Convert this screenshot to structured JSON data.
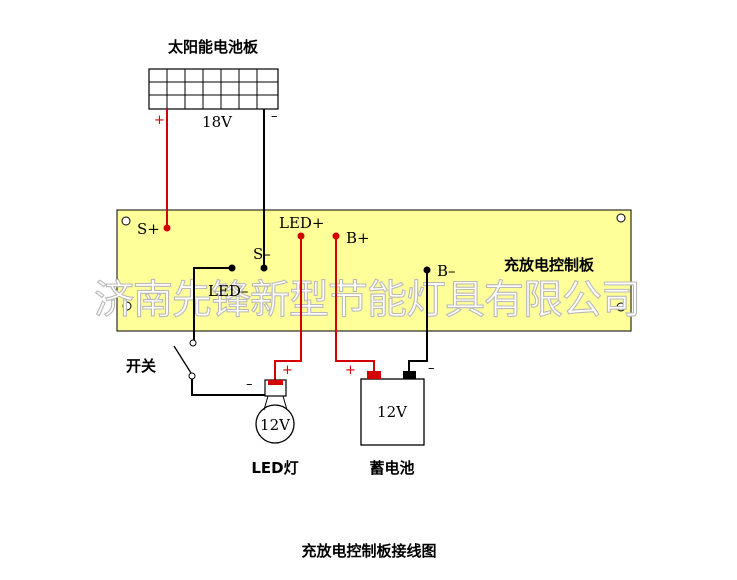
{
  "solar_panel": {
    "label": "太阳能电池板",
    "voltage": "18V",
    "plus": "+",
    "minus": "–"
  },
  "controller": {
    "name": "充放电控制板",
    "color": "#ffff99",
    "terminals": {
      "s_plus": "S+",
      "s_minus": "S–",
      "led_plus": "LED+",
      "led_minus": "LED–",
      "b_plus": "B+",
      "b_minus": "B–"
    }
  },
  "switch": {
    "label": "开关"
  },
  "led_lamp": {
    "label": "LED灯",
    "voltage": "12V",
    "plus": "+",
    "minus": "–"
  },
  "battery": {
    "label": "蓄电池",
    "voltage": "12V",
    "plus": "+",
    "minus": "–"
  },
  "watermark": "济南先锋新型节能灯具有限公司",
  "caption": "充放电控制板接线图",
  "colors": {
    "positive_wire": "#d40000",
    "negative_wire": "#000000",
    "board_fill": "#ffff99",
    "watermark_outline": "#b9b9b9"
  }
}
